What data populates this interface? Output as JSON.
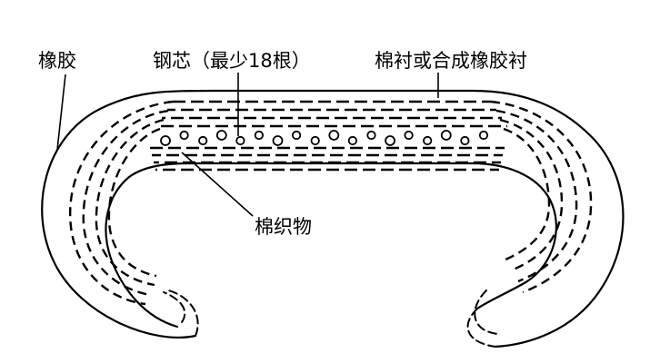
{
  "labels": {
    "rubber": "橡胶",
    "steel_core": "钢芯（最少18根）",
    "cotton_or_synthetic_lining": "棉衬或合成橡胶衬",
    "cotton_fabric": "棉织物"
  },
  "colors": {
    "ink": "#000000",
    "background": "#ffffff"
  },
  "steel_core_min_count": 18
}
